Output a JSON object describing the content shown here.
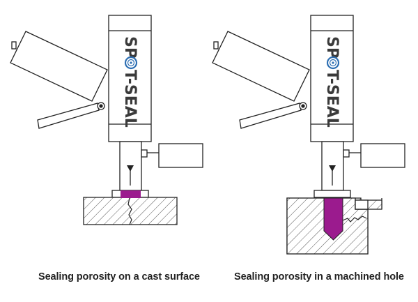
{
  "captions": {
    "left": "Sealing porosity on a cast surface",
    "right": "Sealing porosity in a machined hole"
  },
  "brand": {
    "prefix": "SP",
    "suffix": "T-SEAL",
    "logo_icon": "gear-o-icon"
  },
  "colors": {
    "outline": "#222222",
    "sealant": "#9b1b8e",
    "logo_ring": "#2d6fb3",
    "hatch": "#555555"
  }
}
